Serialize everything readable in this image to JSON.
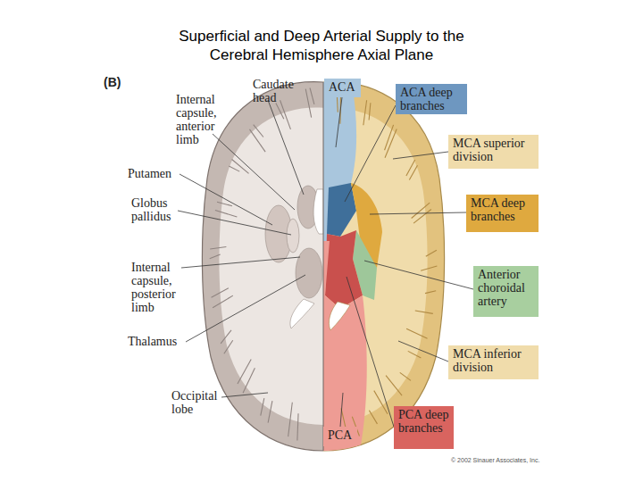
{
  "diagram": {
    "title": "Superficial and Deep Arterial Supply to the Cerebral Hemisphere Axial Plane",
    "nodes": [
      {
        "text": [
          "ACA"
        ]
      },
      {
        "text": [
          "ACA deep branches"
        ]
      },
      {
        "text": [
          "MCA superior division"
        ]
      },
      {
        "text": [
          "MCA deep branches"
        ]
      },
      {
        "text": [
          "Anterior choroidal artery"
        ]
      },
      {
        "text": [
          "MCA inferior division"
        ]
      },
      {
        "text": [
          "PCA deep branches"
        ]
      },
      {
        "text": [
          "PCA"
        ]
      }
    ],
    "labels": [
      "(B)",
      "Caudate head",
      "Internal capsule, anterior limb",
      "Putamen",
      "Globus pallidus",
      "Internal capsule, posterior limb",
      "Thalamus",
      "Occipital lobe",
      "© 2002 Sinauer Associates, Inc."
    ]
  }
}
